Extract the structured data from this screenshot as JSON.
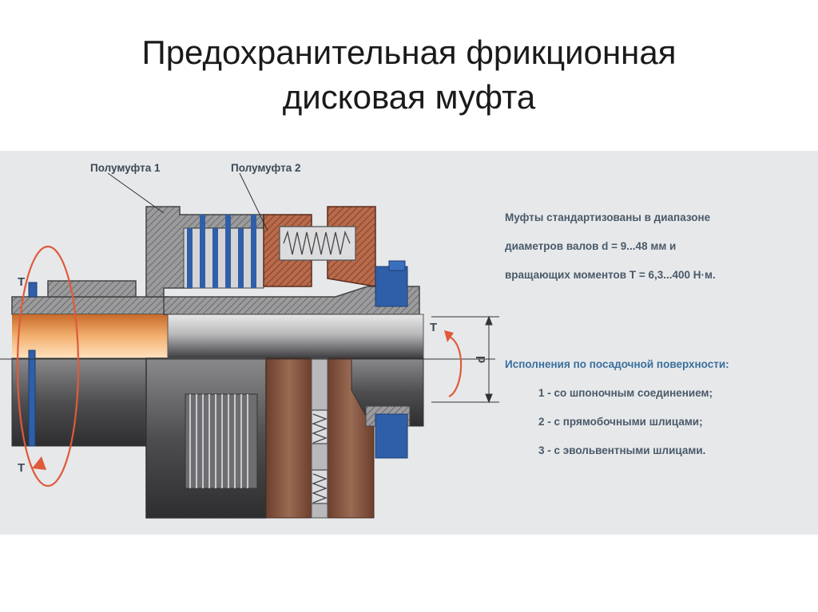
{
  "slide": {
    "title_line1": "Предохранительная фрикционная",
    "title_line2": "дисковая муфта"
  },
  "diagram": {
    "label_half1": "Полумуфта 1",
    "label_half2": "Полумуфта 2",
    "torque_left_top": "Т",
    "torque_left_bottom": "Т",
    "torque_right": "Т",
    "diameter_label": "d"
  },
  "notes": {
    "standard_line1": "Муфты стандартизованы в диапазоне",
    "standard_line2": "диаметров валов d = 9...48 мм и",
    "standard_line3": "вращающих моментов Т = 6,3...400 Н·м.",
    "versions_heading": "Исполнения по посадочной поверхности:",
    "version1": "1 - со шпоночным соединением;",
    "version2": "2 - с прямобочными шлицами;",
    "version3": "3 - с эвольвентными шлицами."
  },
  "colors": {
    "panel": "#e6e8ea",
    "shaft_orange": "#d9803a",
    "brown_disc": "#7a4a35",
    "blue_part": "#2f5fa8",
    "dark_steel": "#4a4a4c",
    "torque_arrow": "#e05a3a"
  }
}
